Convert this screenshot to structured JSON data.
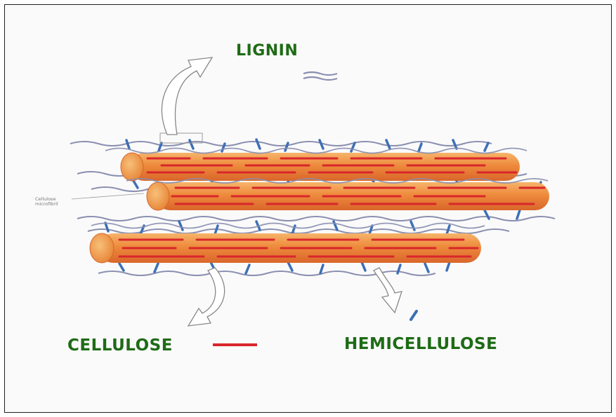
{
  "labels": {
    "lignin": "LIGNIN",
    "cellulose": "CELLULOSE",
    "hemicellulose": "HEMICELLULOSE",
    "microfibril_line1": "Cellulose",
    "microfibril_line2": "microfibril"
  },
  "colors": {
    "label_green": "#1e6b16",
    "fibril_orange": "#ee8a3c",
    "cellulose_red": "#d9262b",
    "hemicellulose_blue": "#3d6fb6",
    "lignin_gray": "#8a8fb0"
  },
  "icons": {
    "lignin_arrow": "curved-up-arrow",
    "cellulose_arrow": "curved-down-arrow",
    "hemicellulose_arrow": "curved-down-arrow"
  }
}
